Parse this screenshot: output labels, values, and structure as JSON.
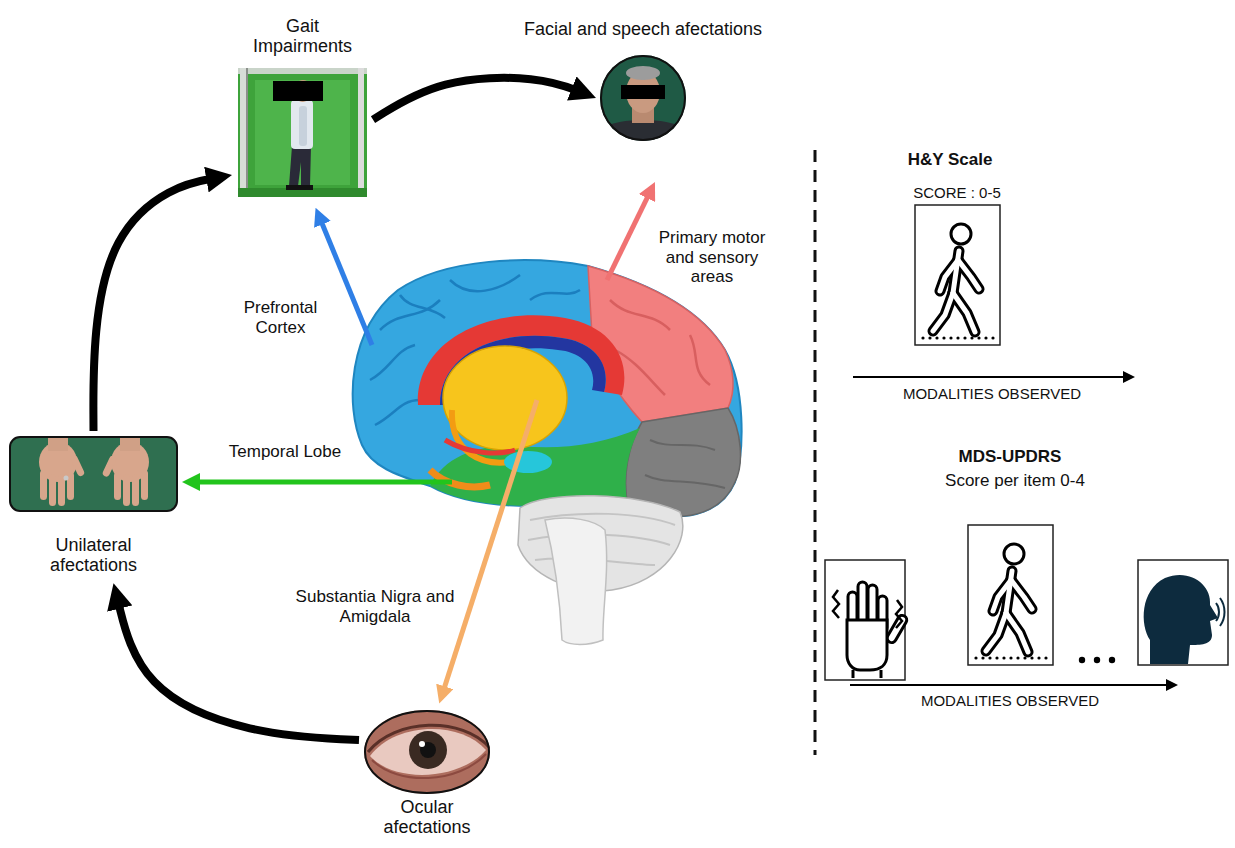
{
  "diagram": {
    "nodes": [
      {
        "text": [
          "Gait Impairments"
        ]
      },
      {
        "text": [
          "Facial and speech afectations"
        ]
      },
      {
        "text": [
          "Unilateral afectations"
        ]
      },
      {
        "text": [
          "Ocular afectations"
        ]
      }
    ],
    "edges": [
      {
        "from": 3,
        "to": 2,
        "arrow": "to"
      },
      {
        "from": 2,
        "to": 0,
        "arrow": "to"
      },
      {
        "from": 0,
        "to": 1,
        "arrow": "to"
      }
    ],
    "labels": [
      "Prefrontal Cortex",
      "Primary motor and sensory areas",
      "Temporal Lobe",
      "Substantia Nigra and Amigdala",
      "H&Y Scale",
      "SCORE : 0-5",
      "MODALITIES OBSERVED",
      "MDS-UPDRS",
      "Score per item 0-4",
      "MODALITIES OBSERVED"
    ]
  }
}
